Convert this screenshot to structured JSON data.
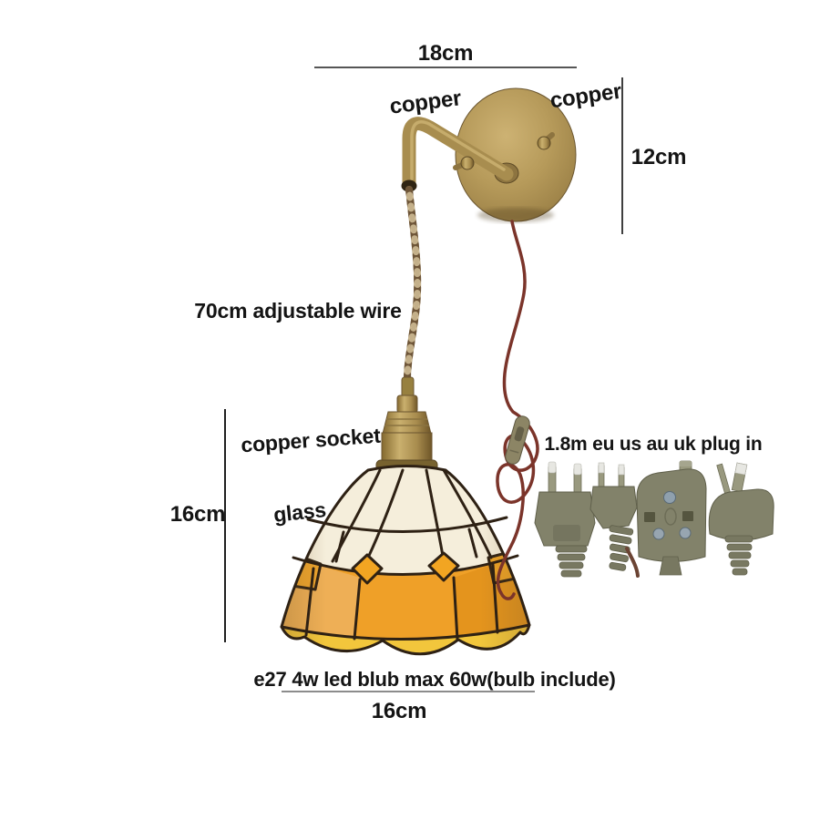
{
  "annotations": {
    "top_width": "18cm",
    "arm_material": "copper",
    "plate_material": "copper",
    "plate_height": "12cm",
    "wire_length": "70cm adjustable wire",
    "socket_label": "copper socket",
    "shade_height": "16cm",
    "shade_material": "glass",
    "plug_label": "1.8m eu us au uk plug in",
    "bulb_label": "e27 4w led blub max 60w(bulb include)",
    "shade_width": "16cm"
  },
  "colors": {
    "background": "#ffffff",
    "text": "#141414",
    "dim_line": "#3f3f3f",
    "underline": "#8c8c8c",
    "brass": "#a88d4f",
    "brass_light": "#c9ae6d",
    "brass_dark": "#6e5831",
    "cream_glass": "#f5eedb",
    "orange_glass": "#efa028",
    "yellow_glass": "#f2c63c",
    "leading": "#2e2114",
    "cord": "#7b342a",
    "plug_olive": "#82826a"
  }
}
